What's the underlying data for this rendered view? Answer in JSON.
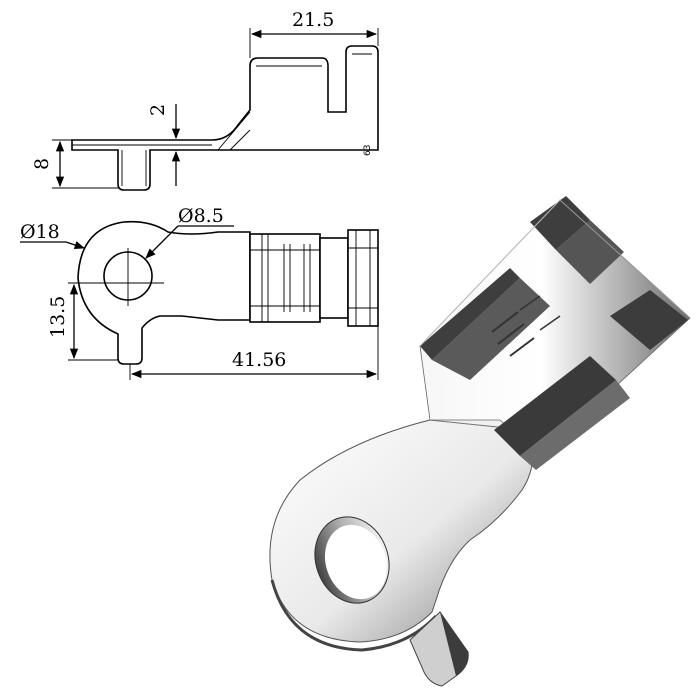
{
  "dimensions": {
    "width_top": "21.5",
    "thickness": "2",
    "height": "8",
    "ring_outer": "Ø18",
    "hole": "Ø8.5",
    "offset": "13.5",
    "length": "41.56"
  },
  "colors": {
    "ink": "#000000",
    "shade_dark": "#3a3a3a",
    "shade_mid": "#8a8a8a",
    "shade_light": "#f2f2f2"
  }
}
